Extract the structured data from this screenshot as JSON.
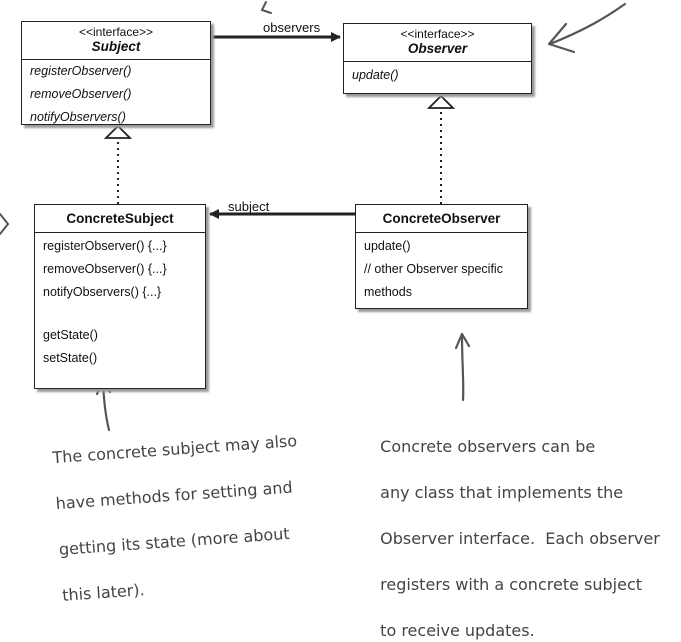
{
  "subject": {
    "stereotype": "<<interface>>",
    "name": "Subject",
    "methods": [
      "registerObserver()",
      "removeObserver()",
      "notifyObservers()"
    ]
  },
  "observer": {
    "stereotype": "<<interface>>",
    "name": "Observer",
    "methods": [
      "update()"
    ]
  },
  "concrete_subject": {
    "name": "ConcreteSubject",
    "methods": [
      "registerObserver() {...}",
      "removeObserver() {...}",
      "notifyObservers() {...}"
    ],
    "extra_methods": [
      "getState()",
      "setState()"
    ]
  },
  "concrete_observer": {
    "name": "ConcreteObserver",
    "methods": [
      "update()",
      "// other Observer specific",
      "methods"
    ]
  },
  "associations": {
    "observers": "observers",
    "subject": "subject"
  },
  "notes": {
    "concrete_subject": [
      "The concrete subject may also",
      "have methods for setting and",
      "getting its state (more about",
      "this later)."
    ],
    "concrete_observer": [
      "Concrete observers can be",
      "any class that implements the",
      "Observer interface.  Each observer",
      "registers with a concrete subject",
      "to receive updates."
    ]
  },
  "colors": {
    "line": "#222222",
    "handwriting": "#555555",
    "shadow": "#9a9a9a"
  }
}
